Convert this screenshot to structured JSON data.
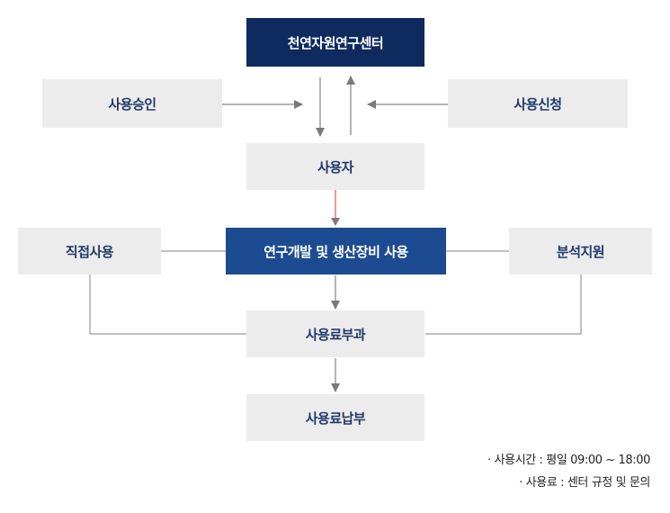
{
  "colors": {
    "dark_box": "#0e2a5e",
    "blue_box": "#1c4b91",
    "light_box": "#ececec",
    "light_text": "#1f3a6a",
    "line": "#9a9a9a",
    "arrow": "#7a7a7a",
    "red_line": "#d9534f"
  },
  "nodes": {
    "center": "천연자원연구센터",
    "approve": "사용승인",
    "apply": "사용신청",
    "user": "사용자",
    "research": "연구개발 및 생산장비 사용",
    "direct": "직접사용",
    "analysis": "분석지원",
    "charge": "사용료부과",
    "payment": "사용료납부"
  },
  "notes": {
    "hours": "· 사용시간 : 평일 09:00 ~ 18:00",
    "fee": "· 사용료 : 센터 규정 및 문의"
  }
}
